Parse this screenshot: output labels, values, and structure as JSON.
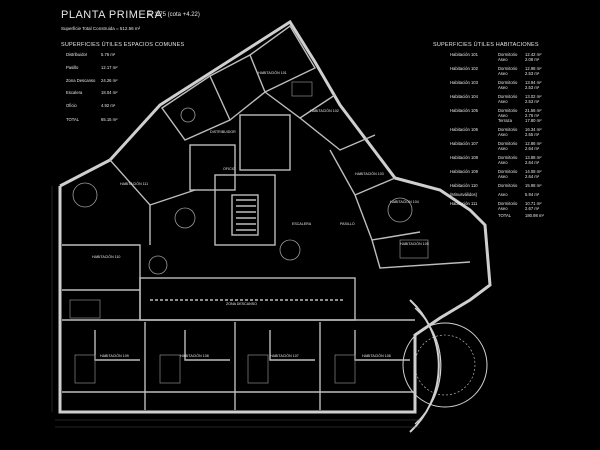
{
  "header": {
    "title": "PLANTA PRIMERA",
    "scale": "E: 1/75  (cota +4.22)",
    "subtitle": "Superficie Total Construida = 512.56 m²"
  },
  "common": {
    "heading": "SUPERFICIES ÚTILES ESPACIOS COMUNES",
    "rows": [
      {
        "label": "Distribuidor",
        "value": "5.76 m²"
      },
      {
        "label": "Pasillo",
        "value": "12.17 m²"
      },
      {
        "label": "Zona Descanso",
        "value": "24.26 m²"
      },
      {
        "label": "Escalera",
        "value": "18.04 m²"
      },
      {
        "label": "Oficio",
        "value": "4.92 m²"
      },
      {
        "label": "TOTAL",
        "value": "65.15 m²"
      }
    ]
  },
  "rooms": {
    "heading": "SUPERFICIES ÚTILES HABITACIONES",
    "rows": [
      {
        "name": "Habitación 101",
        "space": "Dormitorio",
        "value": "12.42 m²"
      },
      {
        "name": "",
        "space": "Aseo",
        "value": "2.08 m²"
      },
      {
        "name": "Habitación 102",
        "space": "Dormitorio",
        "value": "12.98 m²"
      },
      {
        "name": "",
        "space": "Aseo",
        "value": "2.53 m²"
      },
      {
        "name": "Habitación 103",
        "space": "Dormitorio",
        "value": "13.94 m²"
      },
      {
        "name": "",
        "space": "Aseo",
        "value": "2.53 m²"
      },
      {
        "name": "Habitación 104",
        "space": "Dormitorio",
        "value": "13.02 m²"
      },
      {
        "name": "",
        "space": "Aseo",
        "value": "2.53 m²"
      },
      {
        "name": "Habitación 105",
        "space": "Dormitorio",
        "value": "21.56 m²"
      },
      {
        "name": "",
        "space": "Aseo",
        "value": "2.76 m²"
      },
      {
        "name": "",
        "space": "Terraza",
        "value": "17.80 m²"
      },
      {
        "name": "Habitación 106",
        "space": "Dormitorio",
        "value": "16.34 m²"
      },
      {
        "name": "",
        "space": "Aseo",
        "value": "2.55 m²"
      },
      {
        "name": "Habitación 107",
        "space": "Dormitorio",
        "value": "12.86 m²"
      },
      {
        "name": "",
        "space": "Aseo",
        "value": "2.64 m²"
      },
      {
        "name": "Habitación 108",
        "space": "Dormitorio",
        "value": "13.88 m²"
      },
      {
        "name": "",
        "space": "Aseo",
        "value": "2.64 m²"
      },
      {
        "name": "Habitación 109",
        "space": "Dormitorio",
        "value": "14.08 m²"
      },
      {
        "name": "",
        "space": "Aseo",
        "value": "2.64 m²"
      },
      {
        "name": "Habitación 110",
        "space": "Dormitorio",
        "value": "15.98 m²"
      },
      {
        "name": "(Minusválidos)",
        "space": "Aseo",
        "value": "5.94 m²"
      },
      {
        "name": "Habitación 111",
        "space": "Dormitorio",
        "value": "10.71 m²"
      },
      {
        "name": "",
        "space": "Aseo",
        "value": "2.67 m²"
      },
      {
        "name": "",
        "space": "TOTAL",
        "value": "180.98 m²"
      }
    ]
  },
  "plan_labels": {
    "hab101": "HABITACIÓN 101",
    "hab102": "HABITACIÓN 102",
    "hab103": "HABITACIÓN 103",
    "hab104": "HABITACIÓN 104",
    "hab105": "HABITACIÓN 105",
    "hab106": "HABITACIÓN 106",
    "hab107": "HABITACIÓN 107",
    "hab108": "HABITACIÓN 108",
    "hab109": "HABITACIÓN 109",
    "hab110": "HABITACIÓN 110",
    "hab111": "HABITACIÓN 111",
    "distribuidor": "DISTRIBUIDOR",
    "oficio": "OFICIO",
    "escalera": "ESCALERA",
    "pasillo": "PASILLO",
    "zona": "ZONA DESCANSO"
  },
  "colors": {
    "background": "#000000",
    "lines": "#e6e6e6",
    "walls": "#bfbfbf"
  }
}
